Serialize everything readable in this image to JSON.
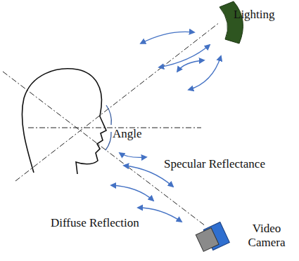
{
  "diagram": {
    "labels": [
      "Lighting",
      "Angle",
      "Specular Reflectance",
      "Diffuse Reflection",
      "Video Camera"
    ]
  }
}
